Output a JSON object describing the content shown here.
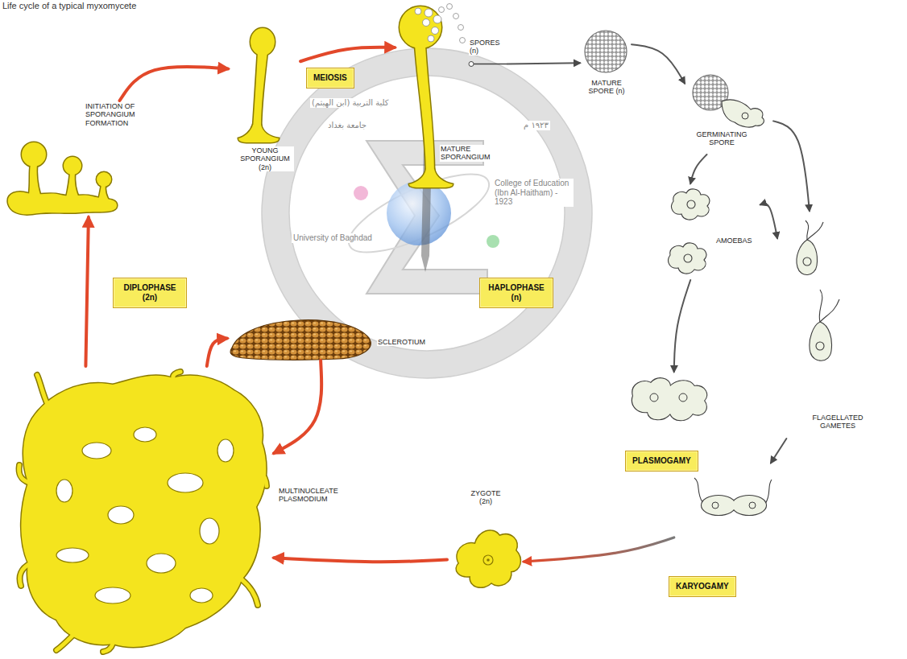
{
  "diagram": {
    "title": "Life cycle of a typical myxomycete",
    "nodes": [
      {
        "text": [
          "INITIATION OF SPORANGIUM FORMATION"
        ]
      },
      {
        "text": [
          "YOUNG SPORANGIUM (2n)"
        ]
      },
      {
        "text": [
          "SPORES (n)",
          "MATURE SPORANGIUM"
        ]
      },
      {
        "text": [
          "MATURE SPORE (n)"
        ]
      },
      {
        "text": [
          "GERMINATING SPORE"
        ]
      },
      {
        "text": [
          "AMOEBAS"
        ]
      },
      {
        "text": [
          "FLAGELLATED GAMETES"
        ]
      },
      {
        "text": [
          "PLASMOGAMY"
        ]
      },
      {
        "text": [
          "ZYGOTE (2n)"
        ]
      },
      {
        "text": [
          "MULTINUCLEATE PLASMODIUM"
        ]
      },
      {
        "text": [
          "SCLEROTIUM"
        ]
      },
      {
        "text": [
          "DIPLOPHASE (2n)"
        ]
      },
      {
        "text": [
          "HAPLOPHASE (n)"
        ]
      }
    ],
    "edges": [
      {
        "from": 0,
        "to": 1,
        "arrow": "to"
      },
      {
        "from": 1,
        "to": 2,
        "arrow": "to",
        "label": "MEIOSIS"
      },
      {
        "from": 2,
        "to": 3,
        "arrow": "to"
      },
      {
        "from": 3,
        "to": 4,
        "arrow": "to"
      },
      {
        "from": 4,
        "to": 5,
        "arrow": "to"
      },
      {
        "from": 4,
        "to": 6,
        "arrow": "to"
      },
      {
        "from": 5,
        "to": 6,
        "arrow": "both"
      },
      {
        "from": 5,
        "to": 7,
        "arrow": "to"
      },
      {
        "from": 6,
        "to": 7,
        "arrow": "to"
      },
      {
        "from": 7,
        "to": 8,
        "arrow": "to",
        "label": "KARYOGAMY"
      },
      {
        "from": 8,
        "to": 9,
        "arrow": "to"
      },
      {
        "from": 9,
        "to": 10,
        "arrow": "to"
      },
      {
        "from": 10,
        "to": 9,
        "arrow": "to"
      },
      {
        "from": 9,
        "to": 0,
        "arrow": "to"
      }
    ],
    "labels": [
      "كلية التربية (ابن الهيثم)",
      "جامعة بغداد",
      "١٩٢٣ م",
      "University of Baghdad",
      "College of Education (Ibn Al-Haitham) - 1923"
    ]
  }
}
